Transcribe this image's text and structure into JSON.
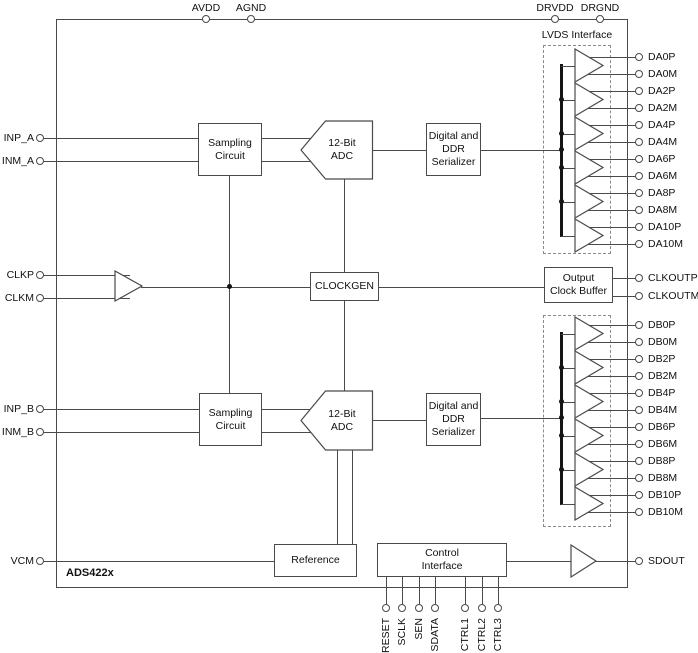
{
  "chip_label": "ADS422x",
  "lvds_interface_label": "LVDS Interface",
  "blocks": {
    "sampling_circuit": "Sampling\nCircuit",
    "adc": "12-Bit\nADC",
    "serializer": "Digital and\nDDR\nSerializer",
    "clockgen": "CLOCKGEN",
    "output_clock_buffer": "Output\nClock Buffer",
    "reference": "Reference",
    "control_interface": "Control\nInterface"
  },
  "pins": {
    "top": [
      "AVDD",
      "AGND",
      "DRVDD",
      "DRGND"
    ],
    "left": [
      "INP_A",
      "INM_A",
      "CLKP",
      "CLKM",
      "INP_B",
      "INM_B",
      "VCM"
    ],
    "right_lvds_a": [
      "DA0P",
      "DA0M",
      "DA2P",
      "DA2M",
      "DA4P",
      "DA4M",
      "DA6P",
      "DA6M",
      "DA8P",
      "DA8M",
      "DA10P",
      "DA10M"
    ],
    "right_clock": [
      "CLKOUTP",
      "CLKOUTM"
    ],
    "right_lvds_b": [
      "DB0P",
      "DB0M",
      "DB2P",
      "DB2M",
      "DB4P",
      "DB4M",
      "DB6P",
      "DB6M",
      "DB8P",
      "DB8M",
      "DB10P",
      "DB10M"
    ],
    "right_serial": [
      "SDOUT"
    ],
    "bottom": [
      "RESET",
      "SCLK",
      "SEN",
      "SDATA",
      "CTRL1",
      "CTRL2",
      "CTRL3"
    ]
  },
  "colors": {
    "line": "#4a4a4a",
    "bus": "#141414",
    "text": "#111111",
    "background": "#ffffff",
    "dash": "#8a8a8a"
  }
}
